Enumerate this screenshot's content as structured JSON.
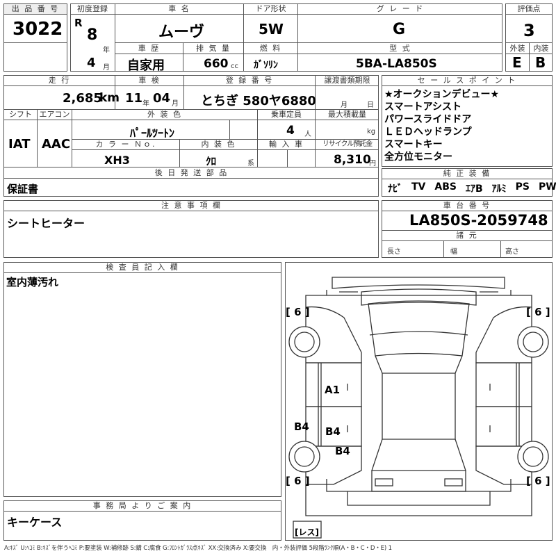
{
  "header": {
    "lot_label": "出 品 番 号",
    "lot_value": "3022",
    "first_reg_label": "初度登録",
    "era_mark": "R",
    "year_value": "8",
    "year_unit": "年",
    "month_value": "4",
    "month_unit": "月",
    "car_name_label": "車 名",
    "car_name_value": "ムーヴ",
    "door_label": "ドア形状",
    "door_value": "5W",
    "grade_label": "グ レ ー ド",
    "grade_value": "G",
    "score_label": "評価点",
    "score_value": "3",
    "history_label": "車 歴",
    "history_value": "自家用",
    "displacement_label": "排 気 量",
    "displacement_value": "660",
    "displacement_unit": "cc",
    "fuel_label": "燃 料",
    "fuel_value": "ｶﾞｿﾘﾝ",
    "model_label": "型 式",
    "model_value": "5BA-LA850S",
    "exterior_label": "外装",
    "exterior_value": "E",
    "interior_label": "内装",
    "interior_value": "B"
  },
  "row2": {
    "mileage_label": "走 行",
    "mileage_value": "2,685",
    "mileage_unit": "km",
    "inspection_label": "車 検",
    "inspection_year": "11",
    "inspection_year_unit": "年",
    "inspection_month": "04",
    "inspection_month_unit": "月",
    "registration_label": "登 録 番 号",
    "registration_value": "とちぎ 580ヤ6880",
    "transfer_label": "譲渡書類期限",
    "transfer_month_unit": "月",
    "transfer_day_unit": "日",
    "shift_label": "シフト",
    "shift_value": "IAT",
    "ac_label": "エアコン",
    "ac_value": "AAC",
    "ext_color_label": "外 装 色",
    "ext_color_value": "ﾊﾟｰﾙﾂｰﾄﾝ",
    "capacity_label": "乗車定員",
    "capacity_value": "4",
    "capacity_unit": "人",
    "load_label": "最大積載量",
    "load_unit": "kg",
    "color_no_label": "カ ラ ー Ｎｏ.",
    "color_no_value": "XH3",
    "int_color_label": "内 装 色",
    "int_color_value": "ｸﾛ",
    "int_color_unit": "系",
    "import_label": "輸 入 車",
    "recycle_label": "リサイクル預託金",
    "recycle_value": "8,310",
    "recycle_unit": "円",
    "later_parts_label": "後 日 発 送 部 品",
    "later_parts_value": "保証書"
  },
  "sales_points": {
    "label": "セ ー ル ス ポ イ ン ト",
    "lines": [
      "★オークションデビュー★",
      "スマートアシスト",
      "パワースライドドア",
      "ＬＥＤヘッドランプ",
      "スマートキー",
      "全方位モニター"
    ]
  },
  "equipment": {
    "label": "純 正 装 備",
    "items": [
      "ﾅﾋﾞ",
      "TV",
      "ABS",
      "ｴｱB",
      "ｱﾙﾐ",
      "PS",
      "PW"
    ]
  },
  "notes": {
    "label": "注 意 事 項 欄",
    "value": "シートヒーター"
  },
  "chassis": {
    "label": "車 台 番 号",
    "value": "LA850S-2059748",
    "dims_label": "諸 元",
    "length_label": "長さ",
    "width_label": "幅",
    "height_label": "高さ"
  },
  "inspector": {
    "label": "検 査 員 記 入 欄",
    "value": "室内薄汚れ"
  },
  "office": {
    "label": "事 務 局 よ り ご 案 内",
    "value": "キーケース"
  },
  "diagram": {
    "tire_fl": "6",
    "tire_fr": "6",
    "tire_rl": "6",
    "tire_rr": "6",
    "spare": "レス",
    "mark_a1": "A1",
    "mark_b4_side": "B4",
    "mark_b4_door": "B4",
    "mark_b4_rear": "B4"
  },
  "footer": {
    "legend": "A:ｷｽﾞ U:ﾍｺﾐ B:ｷｽﾞを伴うﾍｺﾐ P:要塗装 W:補修跡 S:錆 C:腐食 G:ﾌﾛﾝﾄｶﾞﾗｽ点ｷｽﾞ XX:交換済み X:要交換　内・外装評価 5段階ﾗﾝｸ順(A・B・C・D・E) 1"
  }
}
